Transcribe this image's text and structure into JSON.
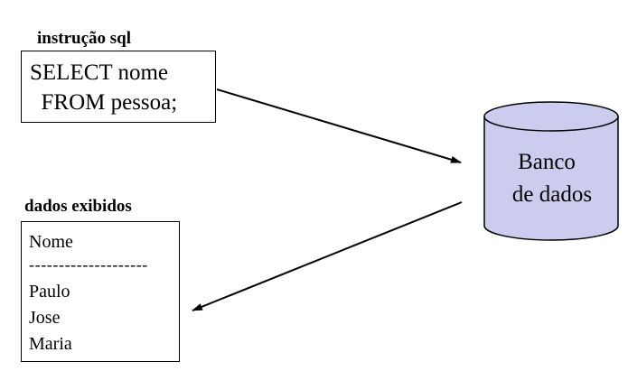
{
  "sql": {
    "label": "instrução sql",
    "lines": [
      "SELECT nome",
      "  FROM pessoa;"
    ]
  },
  "result": {
    "label": "dados exibidos",
    "header": "Nome",
    "separator": "--------------------",
    "rows": [
      "Paulo",
      "Jose",
      "Maria"
    ]
  },
  "database": {
    "lines": [
      "Banco",
      "de dados"
    ],
    "fill_color": "#ccccee"
  }
}
